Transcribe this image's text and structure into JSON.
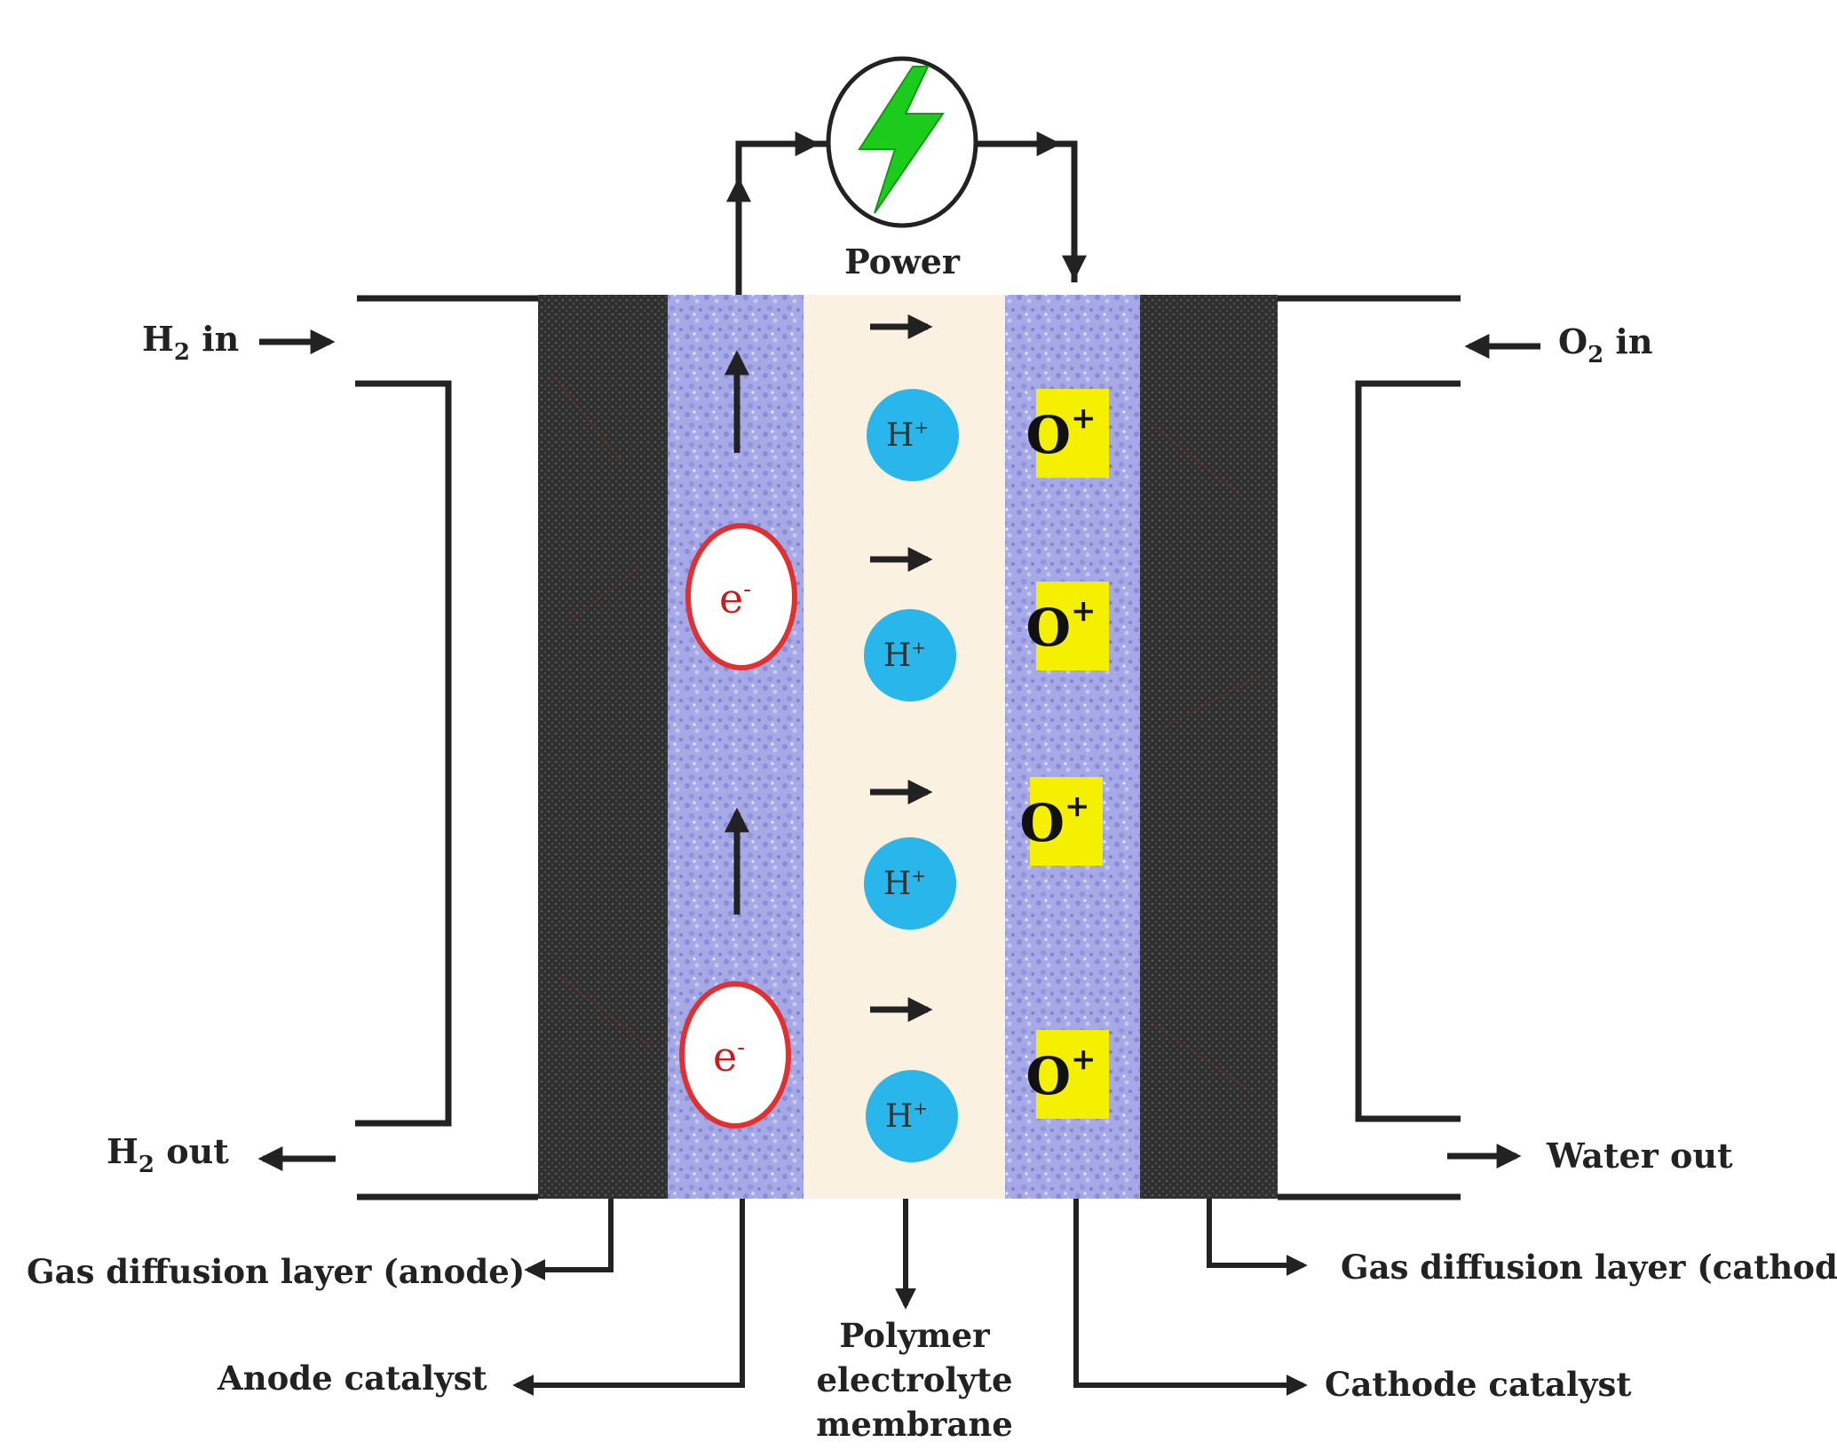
{
  "labels": {
    "power": "Power",
    "h2_in": {
      "sym": "H",
      "sub": "2",
      "rest": " in"
    },
    "o2_in": {
      "sym": "O",
      "sub": "2",
      "rest": " in"
    },
    "h2_out": {
      "sym": "H",
      "sub": "2",
      "rest": " out"
    },
    "water_out": "Water out",
    "gdl_anode": "Gas diffusion layer (anode)",
    "gdl_cathode": "Gas diffusion layer (cathode)",
    "anode_catalyst": "Anode catalyst",
    "cathode_catalyst": "Cathode catalyst",
    "membrane_line1": "Polymer",
    "membrane_line2": "electrolyte",
    "membrane_line3": "membrane"
  },
  "ions": {
    "proton": {
      "base": "H",
      "sup": "+"
    },
    "electron": {
      "base": "e",
      "sup": "-"
    },
    "oxygen": {
      "base": "O",
      "sup": "+"
    }
  },
  "colors": {
    "gdl": "#333333",
    "catalyst": "#9c9ee0",
    "membrane": "#fbf1e0",
    "proton": "#29b6ea",
    "electron_ring": "#e03030",
    "oxygen_box": "#f4f000",
    "bolt": "#1ccc1c"
  }
}
